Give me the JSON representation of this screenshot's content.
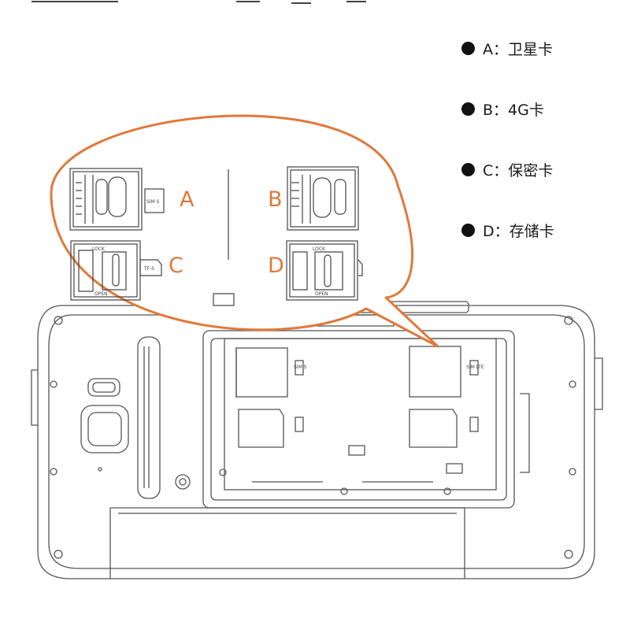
{
  "legend": [
    {
      "letter": "A",
      "text": "A：卫星卡"
    },
    {
      "letter": "B",
      "text": "B：4G卡"
    },
    {
      "letter": "C",
      "text": "C：保密卡"
    },
    {
      "letter": "D",
      "text": "D：存储卡"
    }
  ],
  "slot_labels": {
    "a": "A",
    "b": "B",
    "c": "C",
    "d": "D"
  },
  "card_marks": {
    "sim_s": "SIM S",
    "sim_lte": "SIM LTE",
    "tf": "TF-S",
    "lock": "LOCK",
    "open": "OPEN"
  },
  "colors": {
    "callout": "#e0793b",
    "line": "#555555",
    "legend_dot": "#111111"
  }
}
